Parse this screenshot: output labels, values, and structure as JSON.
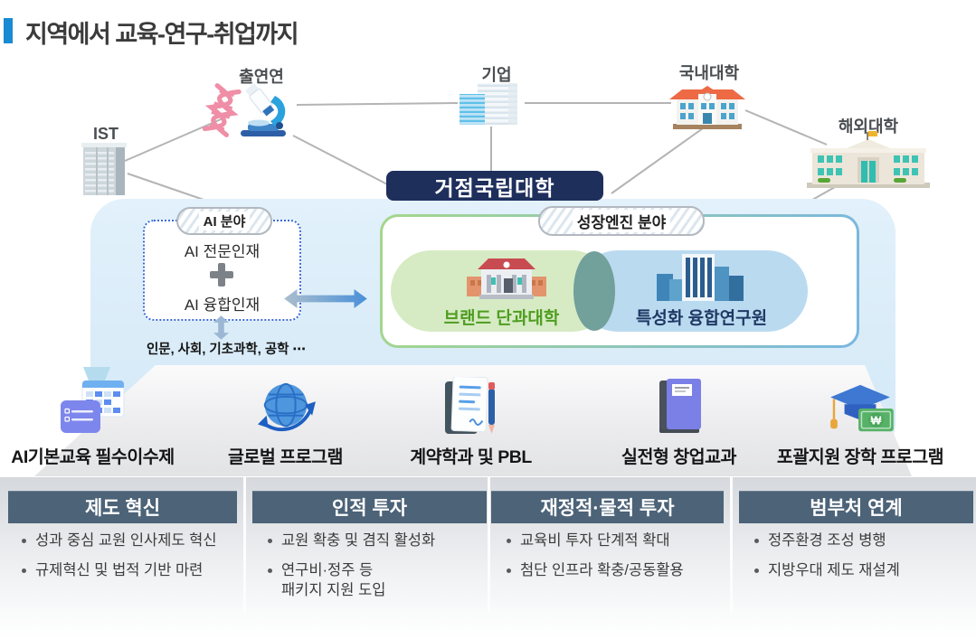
{
  "title": "지역에서 교육-연구-취업까지",
  "network": {
    "ist": "IST",
    "research": "출연연",
    "company": "기업",
    "domestic": "국내대학",
    "overseas": "해외대학"
  },
  "hub": "거점국립대학",
  "ai": {
    "badge": "AI 분야",
    "expert": "AI 전문인재",
    "convergence": "AI 융합인재",
    "footnote": "인문, 사회, 기초과학, 공학 ⋯"
  },
  "growth": {
    "badge": "성장엔진 분야",
    "college": "브랜드 단과대학",
    "institute": "특성화 융합연구원"
  },
  "programs": [
    {
      "label": "AI기본교육 필수이수제",
      "icon": "checklist-window-icon"
    },
    {
      "label": "글로벌 프로그램",
      "icon": "globe-icon"
    },
    {
      "label": "계약학과 및 PBL",
      "icon": "contract-document-icon"
    },
    {
      "label": "실전형 창업교과",
      "icon": "book-icon"
    },
    {
      "label": "포괄지원 장학 프로그램",
      "icon": "scholarship-icon"
    }
  ],
  "pillars": [
    {
      "title": "제도 혁신",
      "items": [
        "성과 중심 교원 인사제도 혁신",
        "규제혁신 및 법적 기반 마련"
      ]
    },
    {
      "title": "인적 투자",
      "items": [
        "교원 확충 및 겸직 활성화",
        "연구비·정주 등\n패키지 지원 도입"
      ]
    },
    {
      "title": "재정적·물적 투자",
      "items": [
        "교육비 투자 단계적 확대",
        "첨단 인프라 확충/공동활용"
      ]
    },
    {
      "title": "범부처 연계",
      "items": [
        "정주환경 조성 병행",
        "지방우대 제도 재설계"
      ]
    }
  ],
  "misc": {
    "won_symbol": "₩"
  },
  "colors": {
    "accent_bar": "#1a8ad2",
    "hub_bg": "#1e2f5c",
    "container_bg": "#d8eaf7",
    "pillar_header_bg": "#4c6378",
    "ai_border": "#3a6bd8",
    "college_text": "#4f9d20",
    "institute_text": "#1f3864",
    "green_pill": "#d6ebc4",
    "blue_pill": "#badaf0",
    "line": "#b4b4b4"
  }
}
